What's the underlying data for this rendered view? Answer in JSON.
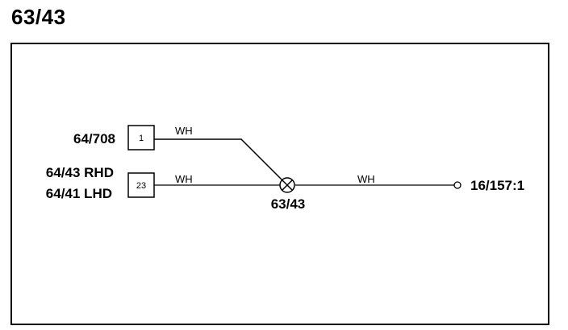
{
  "page": {
    "title": "63/43"
  },
  "diagram": {
    "connectors": [
      {
        "pin": "1",
        "sources": [
          "64/708"
        ]
      },
      {
        "pin": "23",
        "sources": [
          "64/43 RHD",
          "64/41 LHD"
        ]
      }
    ],
    "splice": {
      "label": "63/43"
    },
    "wires": [
      {
        "color": "WH"
      },
      {
        "color": "WH"
      },
      {
        "color": "WH"
      }
    ],
    "terminal": {
      "label": "16/157:1"
    }
  }
}
